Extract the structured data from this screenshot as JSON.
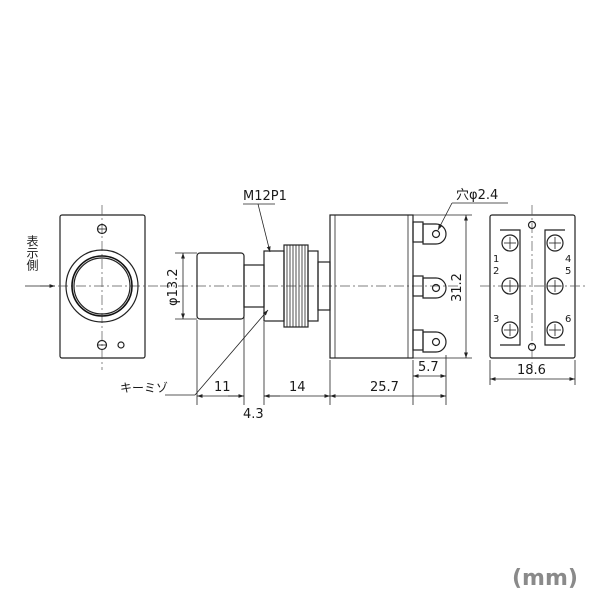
{
  "labels": {
    "display_side": "表示側",
    "thread": "M12P1",
    "hole": "穴φ2.4",
    "knurl": "キーミゾ",
    "unit": "(mm)"
  },
  "dimensions": {
    "diameter": "φ13.2",
    "d11": "11",
    "d4_3": "4.3",
    "d14": "14",
    "d25_7": "25.7",
    "d5_7": "5.7",
    "d31_2": "31.2",
    "d18_6": "18.6"
  },
  "terminals": [
    "1",
    "2",
    "3",
    "4",
    "5",
    "6"
  ]
}
